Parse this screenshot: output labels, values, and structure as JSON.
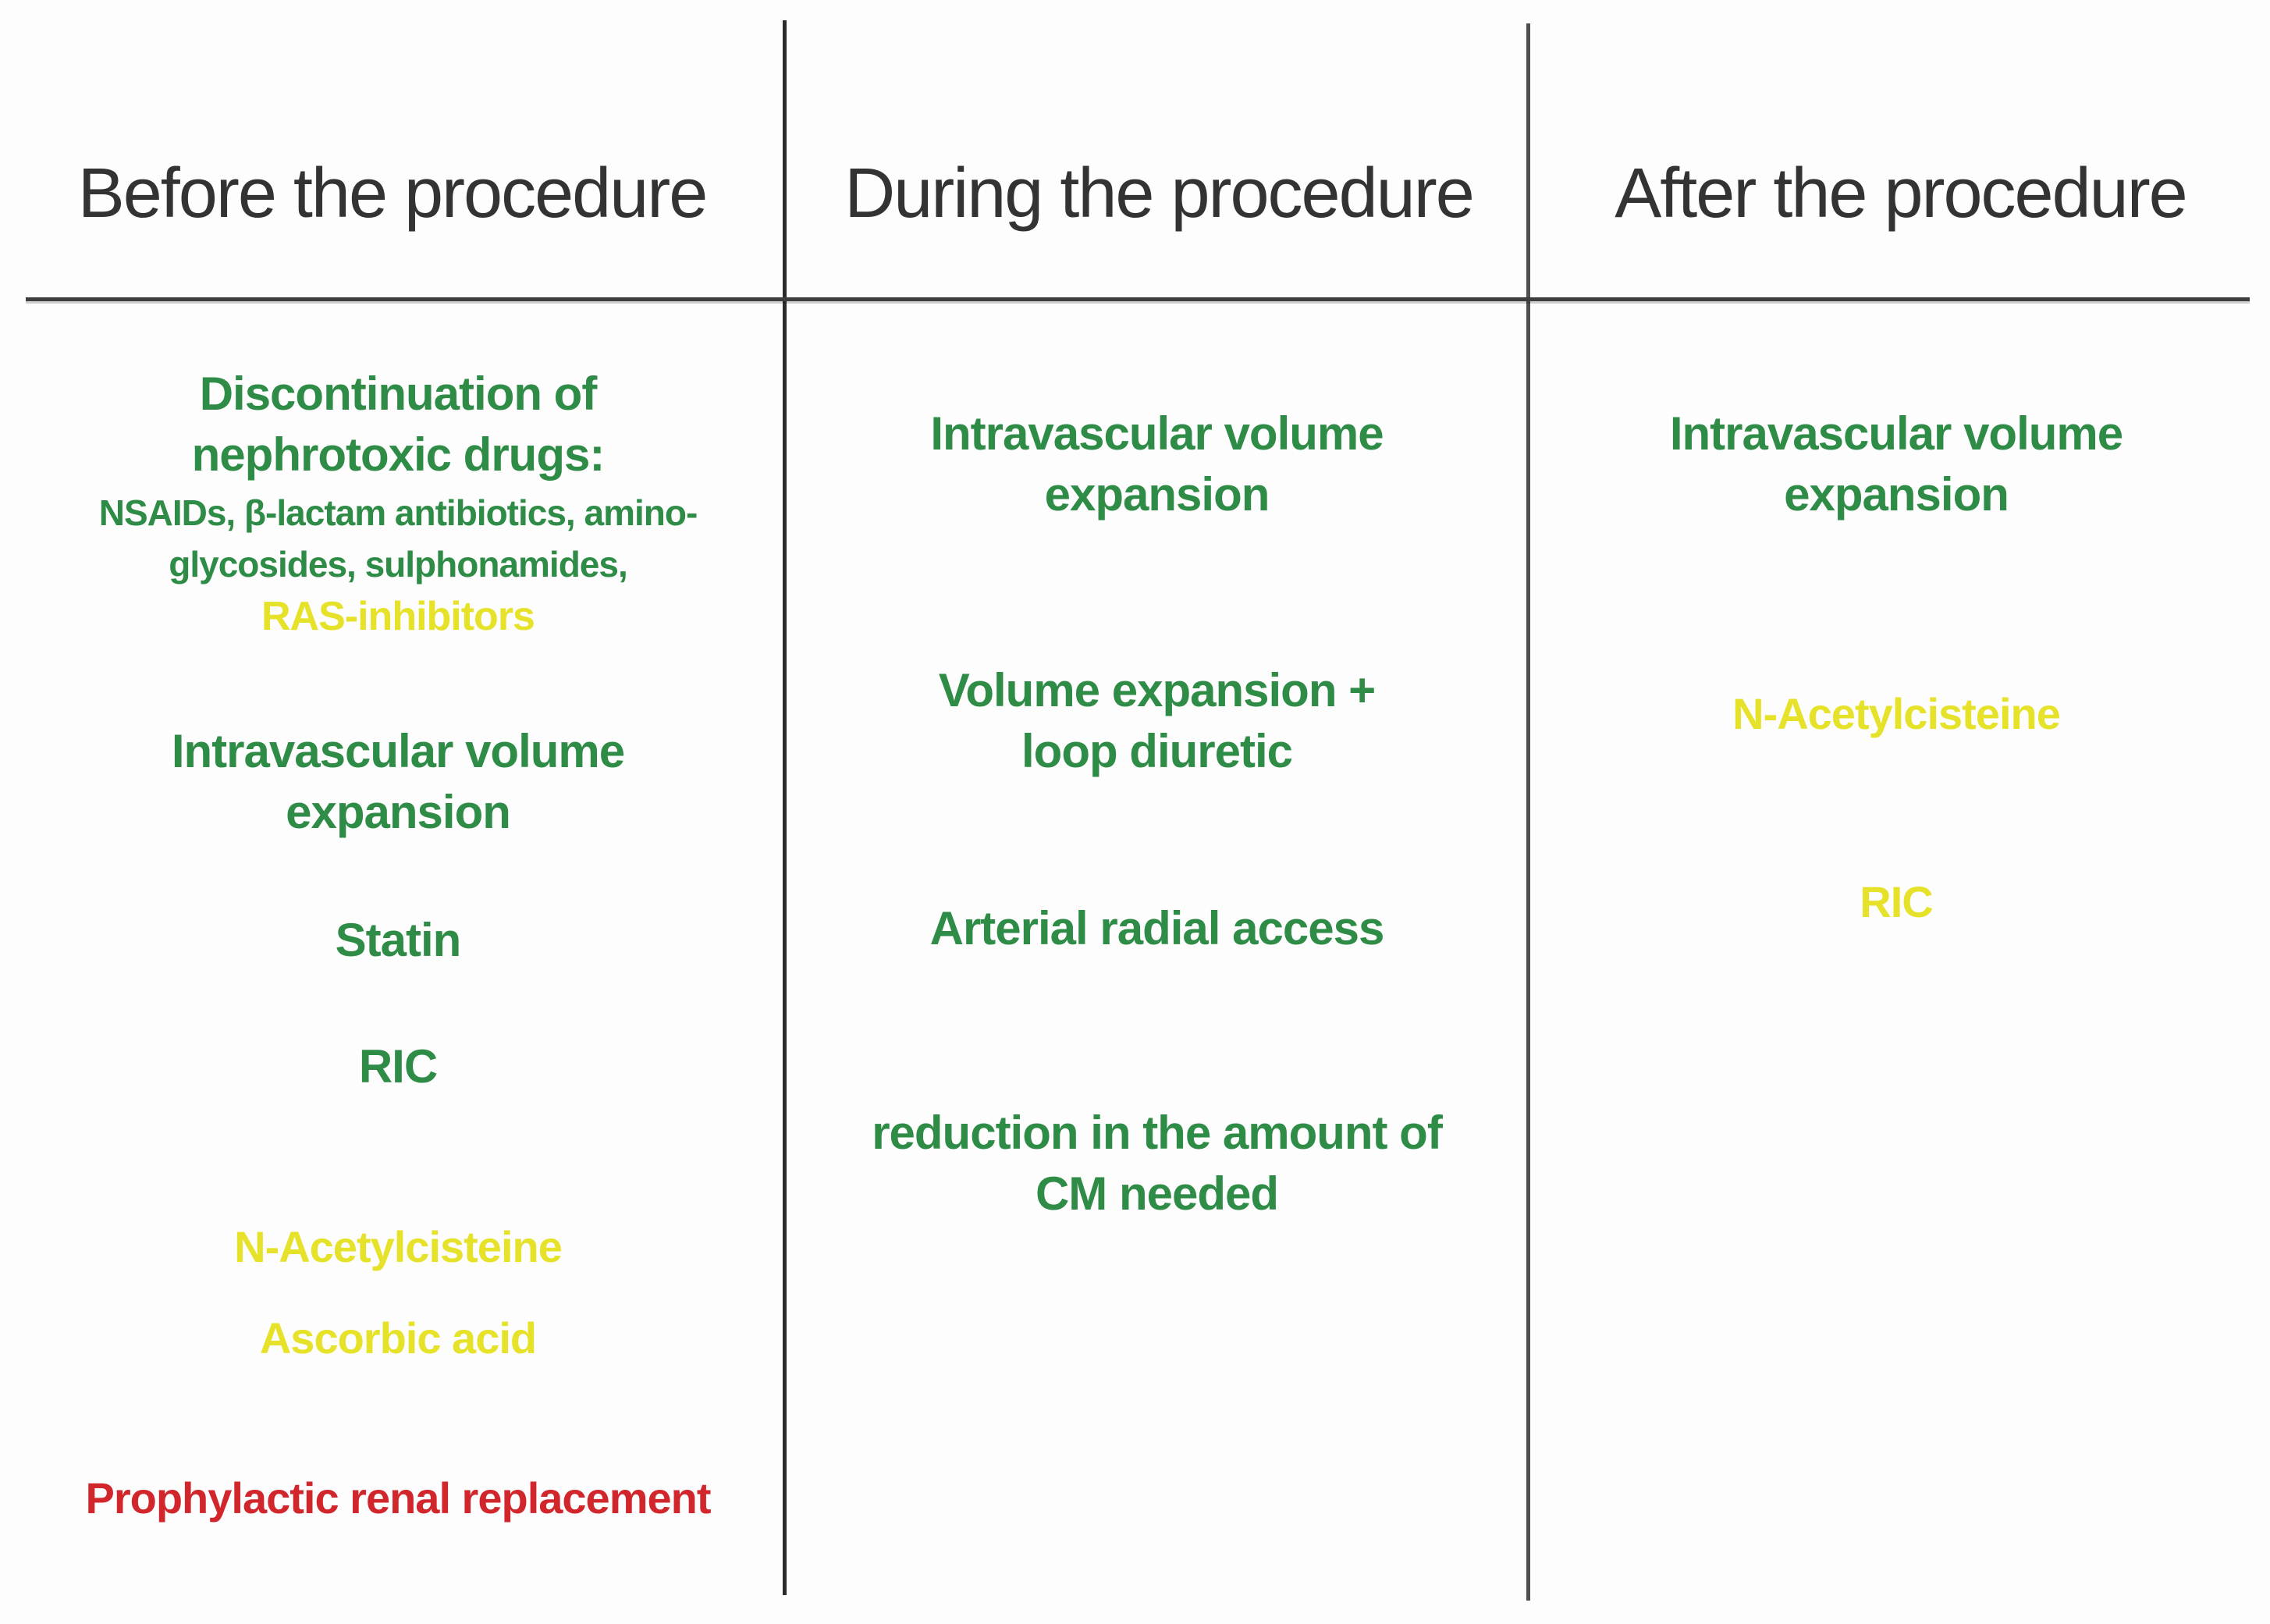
{
  "figure": {
    "description": "Three-phase color-coded table of preventive measures before, during and after a contrast procedure",
    "status_colors": {
      "green": "#2e8c47",
      "yellow": "#e6e229",
      "red": "#d2262d"
    }
  },
  "palette": {
    "green": "#2e8c47",
    "yellow": "#e6e229",
    "red": "#d2262d",
    "header_text": "#333333",
    "divider_dark": "#2c2c2c",
    "divider_mid": "#4f4f4f",
    "divider_horizontal": "#3e3e3e"
  },
  "columns": [
    {
      "header": "Before the procedure",
      "items": [
        {
          "status": "green",
          "lines": [
            "Discontinuation of",
            "nephrotoxic drugs:"
          ]
        },
        {
          "status": "green",
          "lines": [
            "NSAIDs, β-lactam antibiotics, amino-",
            "glycosides, sulphonamides,"
          ]
        },
        {
          "status": "yellow",
          "lines": [
            "RAS-inhibitors"
          ]
        },
        {
          "status": "green",
          "lines": [
            "Intravascular volume",
            "expansion"
          ]
        },
        {
          "status": "green",
          "lines": [
            "Statin"
          ]
        },
        {
          "status": "green",
          "lines": [
            "RIC"
          ]
        },
        {
          "status": "yellow",
          "lines": [
            "N-Acetylcisteine"
          ]
        },
        {
          "status": "yellow",
          "lines": [
            "Ascorbic acid"
          ]
        },
        {
          "status": "red",
          "lines": [
            "Prophylactic renal replacement"
          ]
        }
      ]
    },
    {
      "header": "During the procedure",
      "items": [
        {
          "status": "green",
          "lines": [
            "Intravascular volume",
            "expansion"
          ]
        },
        {
          "status": "green",
          "lines": [
            "Volume expansion +",
            "loop diuretic"
          ]
        },
        {
          "status": "green",
          "lines": [
            "Arterial radial access"
          ]
        },
        {
          "status": "green",
          "lines": [
            "reduction in the amount of",
            "CM needed"
          ]
        }
      ]
    },
    {
      "header": "After the procedure",
      "items": [
        {
          "status": "green",
          "lines": [
            "Intravascular volume",
            "expansion"
          ]
        },
        {
          "status": "yellow",
          "lines": [
            "N-Acetylcisteine"
          ]
        },
        {
          "status": "yellow",
          "lines": [
            "RIC"
          ]
        }
      ]
    }
  ]
}
